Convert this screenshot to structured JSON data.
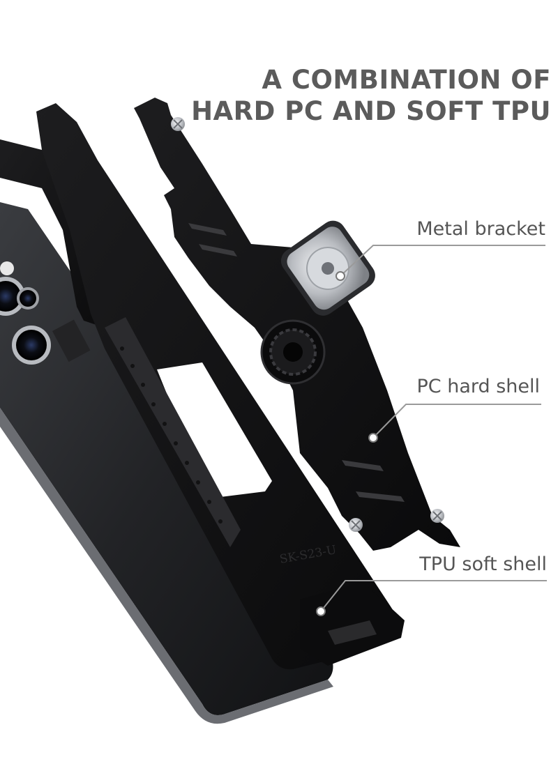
{
  "headline": {
    "line1": "A COMBINATION OF",
    "line2": "HARD PC AND SOFT TPU"
  },
  "callouts": {
    "metal_bracket": "Metal bracket",
    "pc_hard_shell": "PC hard shell",
    "tpu_soft_shell": "TPU soft shell"
  },
  "phone_engraving": "SK-S23-U",
  "colors": {
    "text_gray": "#5b5b5b",
    "case_black": "#141414",
    "phone_body": "#2a2b2e",
    "metal": "#c9ccd0",
    "leader_line": "#9a9a9a"
  }
}
